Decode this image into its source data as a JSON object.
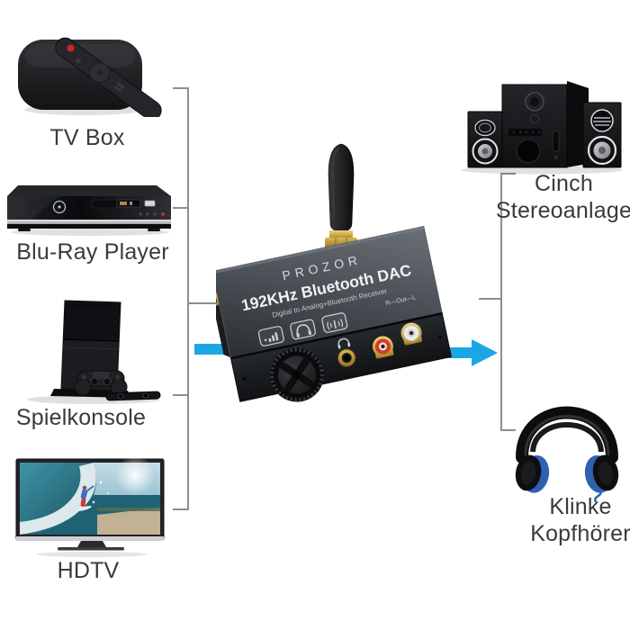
{
  "diagram": {
    "type": "product-connection-diagram",
    "sources": [
      {
        "name": "tv-box",
        "label": "TV Box"
      },
      {
        "name": "bluray-player",
        "label": "Blu-Ray Player"
      },
      {
        "name": "game-console",
        "label": "Spielkonsole"
      },
      {
        "name": "hdtv",
        "label": "HDTV"
      }
    ],
    "converter": {
      "brand": "PROZOR",
      "model": "192KHz Bluetooth DAC",
      "subtitle": "Digital to Analog+Bluetooth Receiver",
      "rca_label": "R—Out—L",
      "top_icons": [
        "volume-level-icon",
        "headphones-icon",
        "antenna-signal-icon"
      ]
    },
    "outputs": [
      {
        "name": "cinch-stereo-system",
        "label": "Cinch\nStereoanlage"
      },
      {
        "name": "klinke-headphones",
        "label": "Klinke\nKopfhörer"
      }
    ],
    "colors": {
      "arrow_blue": "#1BA6E4",
      "connector_line": "#8E8E8E",
      "label_text": "#3A3A3A",
      "gold": "#C9A13B",
      "rca_red": "#D23B2C",
      "rca_white": "#ECECEC",
      "headphone_blue": "#2E62B0"
    }
  }
}
